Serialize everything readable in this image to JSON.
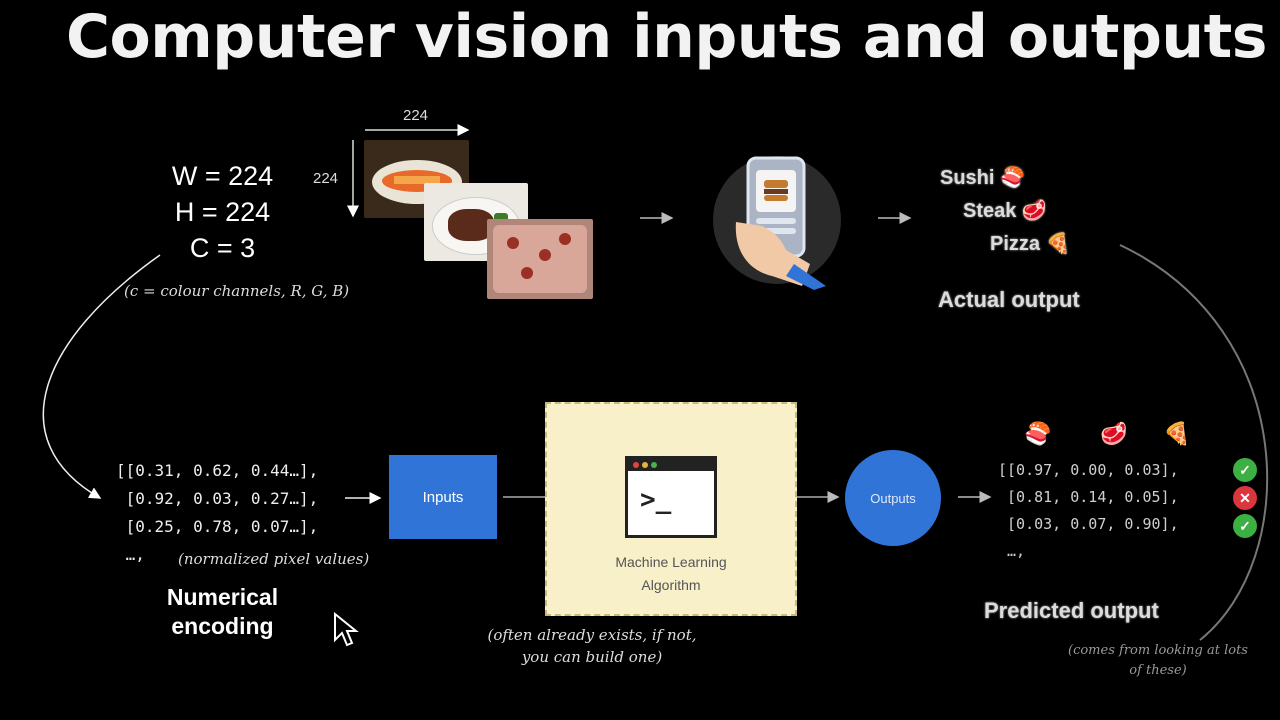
{
  "title": "Computer vision inputs and outputs",
  "image_dims": {
    "width_label": "224",
    "height_label": "224",
    "w_text": "W = 224",
    "h_text": "H = 224",
    "c_text": "C = 3",
    "note": "(c = colour channels, R, G, B)"
  },
  "actual_output": {
    "labels": [
      "Sushi 🍣",
      "Steak 🥩",
      "Pizza 🍕"
    ],
    "caption": "Actual output"
  },
  "encoding": {
    "rows": [
      "[[0.31, 0.62, 0.44…],",
      " [0.92, 0.03, 0.27…],",
      " [0.25, 0.78, 0.07…],",
      " …,"
    ],
    "note": "(normalized pixel values)",
    "caption_line1": "Numerical",
    "caption_line2": "encoding"
  },
  "inputs_label": "Inputs",
  "ml": {
    "line1": "Machine Learning",
    "line2": "Algorithm",
    "note_line1": "(often already exists, if not,",
    "note_line2": "you can build one)"
  },
  "outputs_label": "Outputs",
  "predicted": {
    "icons": [
      "🍣",
      "🥩",
      "🍕"
    ],
    "rows": [
      "[[0.97, 0.00, 0.03],",
      " [0.81, 0.14, 0.05],",
      " [0.03, 0.07, 0.90],",
      " …,"
    ],
    "results": [
      "correct",
      "wrong",
      "correct"
    ],
    "caption": "Predicted output",
    "note_line1": "(comes from looking at lots",
    "note_line2": "of these)"
  },
  "colors": {
    "inputs_box": "#2f74d6",
    "outputs_circle": "#2f74d6",
    "ml_box": "#f7f0c9",
    "correct": "#3cb043",
    "wrong": "#d9363e"
  }
}
